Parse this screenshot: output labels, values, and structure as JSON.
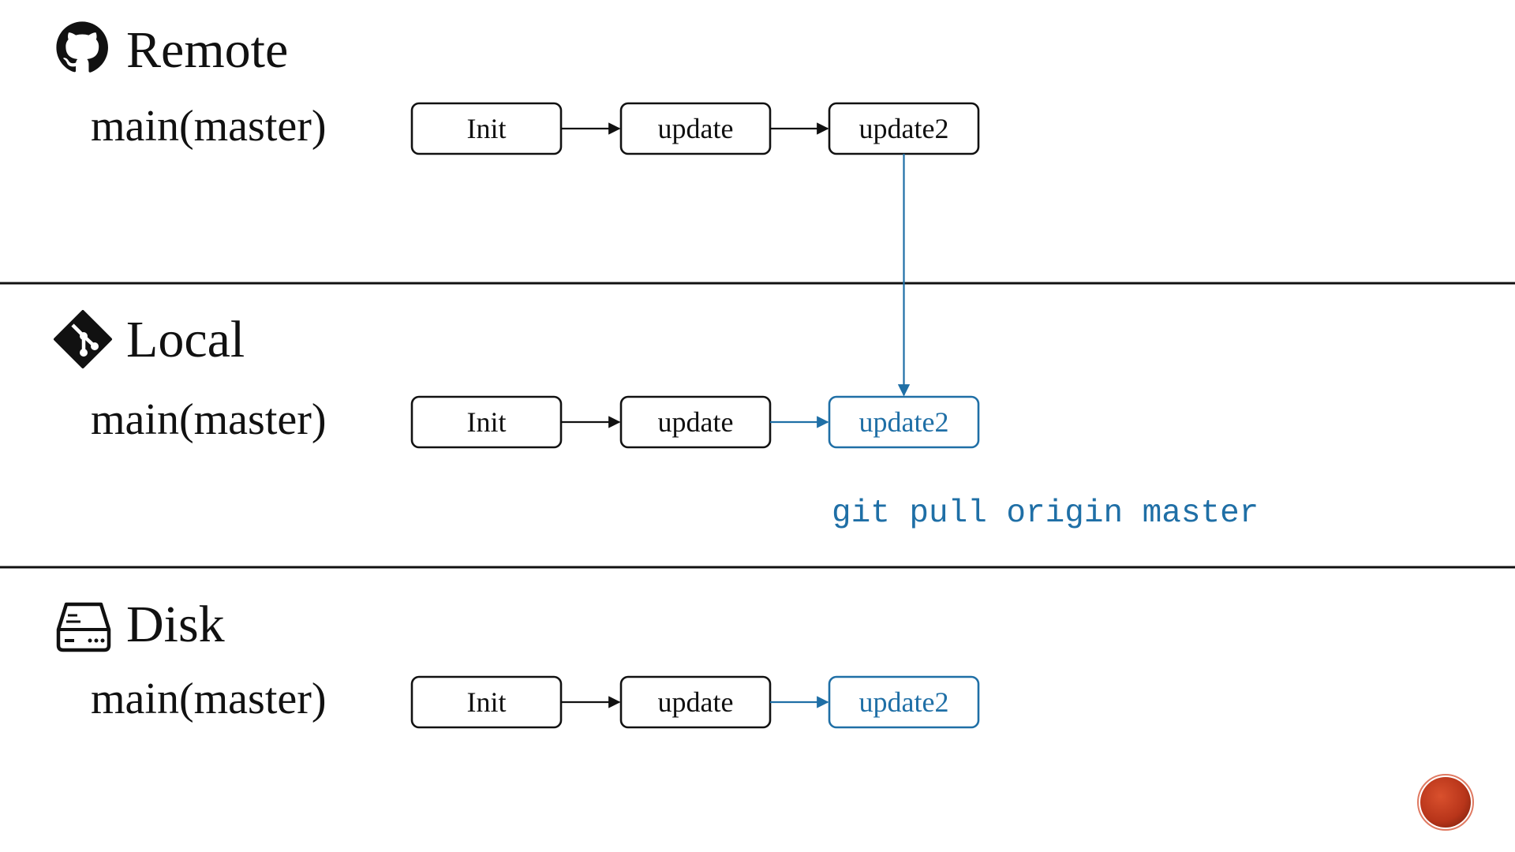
{
  "colors": {
    "ink": "#111111",
    "accent": "#1f6fa6",
    "badge": "#c0391b",
    "badge_ring": "#e07a62"
  },
  "sections": [
    {
      "name": "remote",
      "title": "Remote",
      "icon": "github-icon",
      "branch": "main(master)",
      "commits": [
        {
          "label": "Init",
          "highlight": false
        },
        {
          "label": "update",
          "highlight": false
        },
        {
          "label": "update2",
          "highlight": false
        }
      ],
      "link_highlight": [
        false,
        false
      ]
    },
    {
      "name": "local",
      "title": "Local",
      "icon": "git-icon",
      "branch": "main(master)",
      "commits": [
        {
          "label": "Init",
          "highlight": false
        },
        {
          "label": "update",
          "highlight": false
        },
        {
          "label": "update2",
          "highlight": true
        }
      ],
      "link_highlight": [
        false,
        true
      ]
    },
    {
      "name": "disk",
      "title": "Disk",
      "icon": "hard-drive-icon",
      "branch": "main(master)",
      "commits": [
        {
          "label": "Init",
          "highlight": false
        },
        {
          "label": "update",
          "highlight": false
        },
        {
          "label": "update2",
          "highlight": true
        }
      ],
      "link_highlight": [
        false,
        true
      ]
    }
  ],
  "pull": {
    "command": "git pull origin master",
    "from": "remote",
    "to": "local"
  },
  "badge_icon": "slide-badge-icon"
}
